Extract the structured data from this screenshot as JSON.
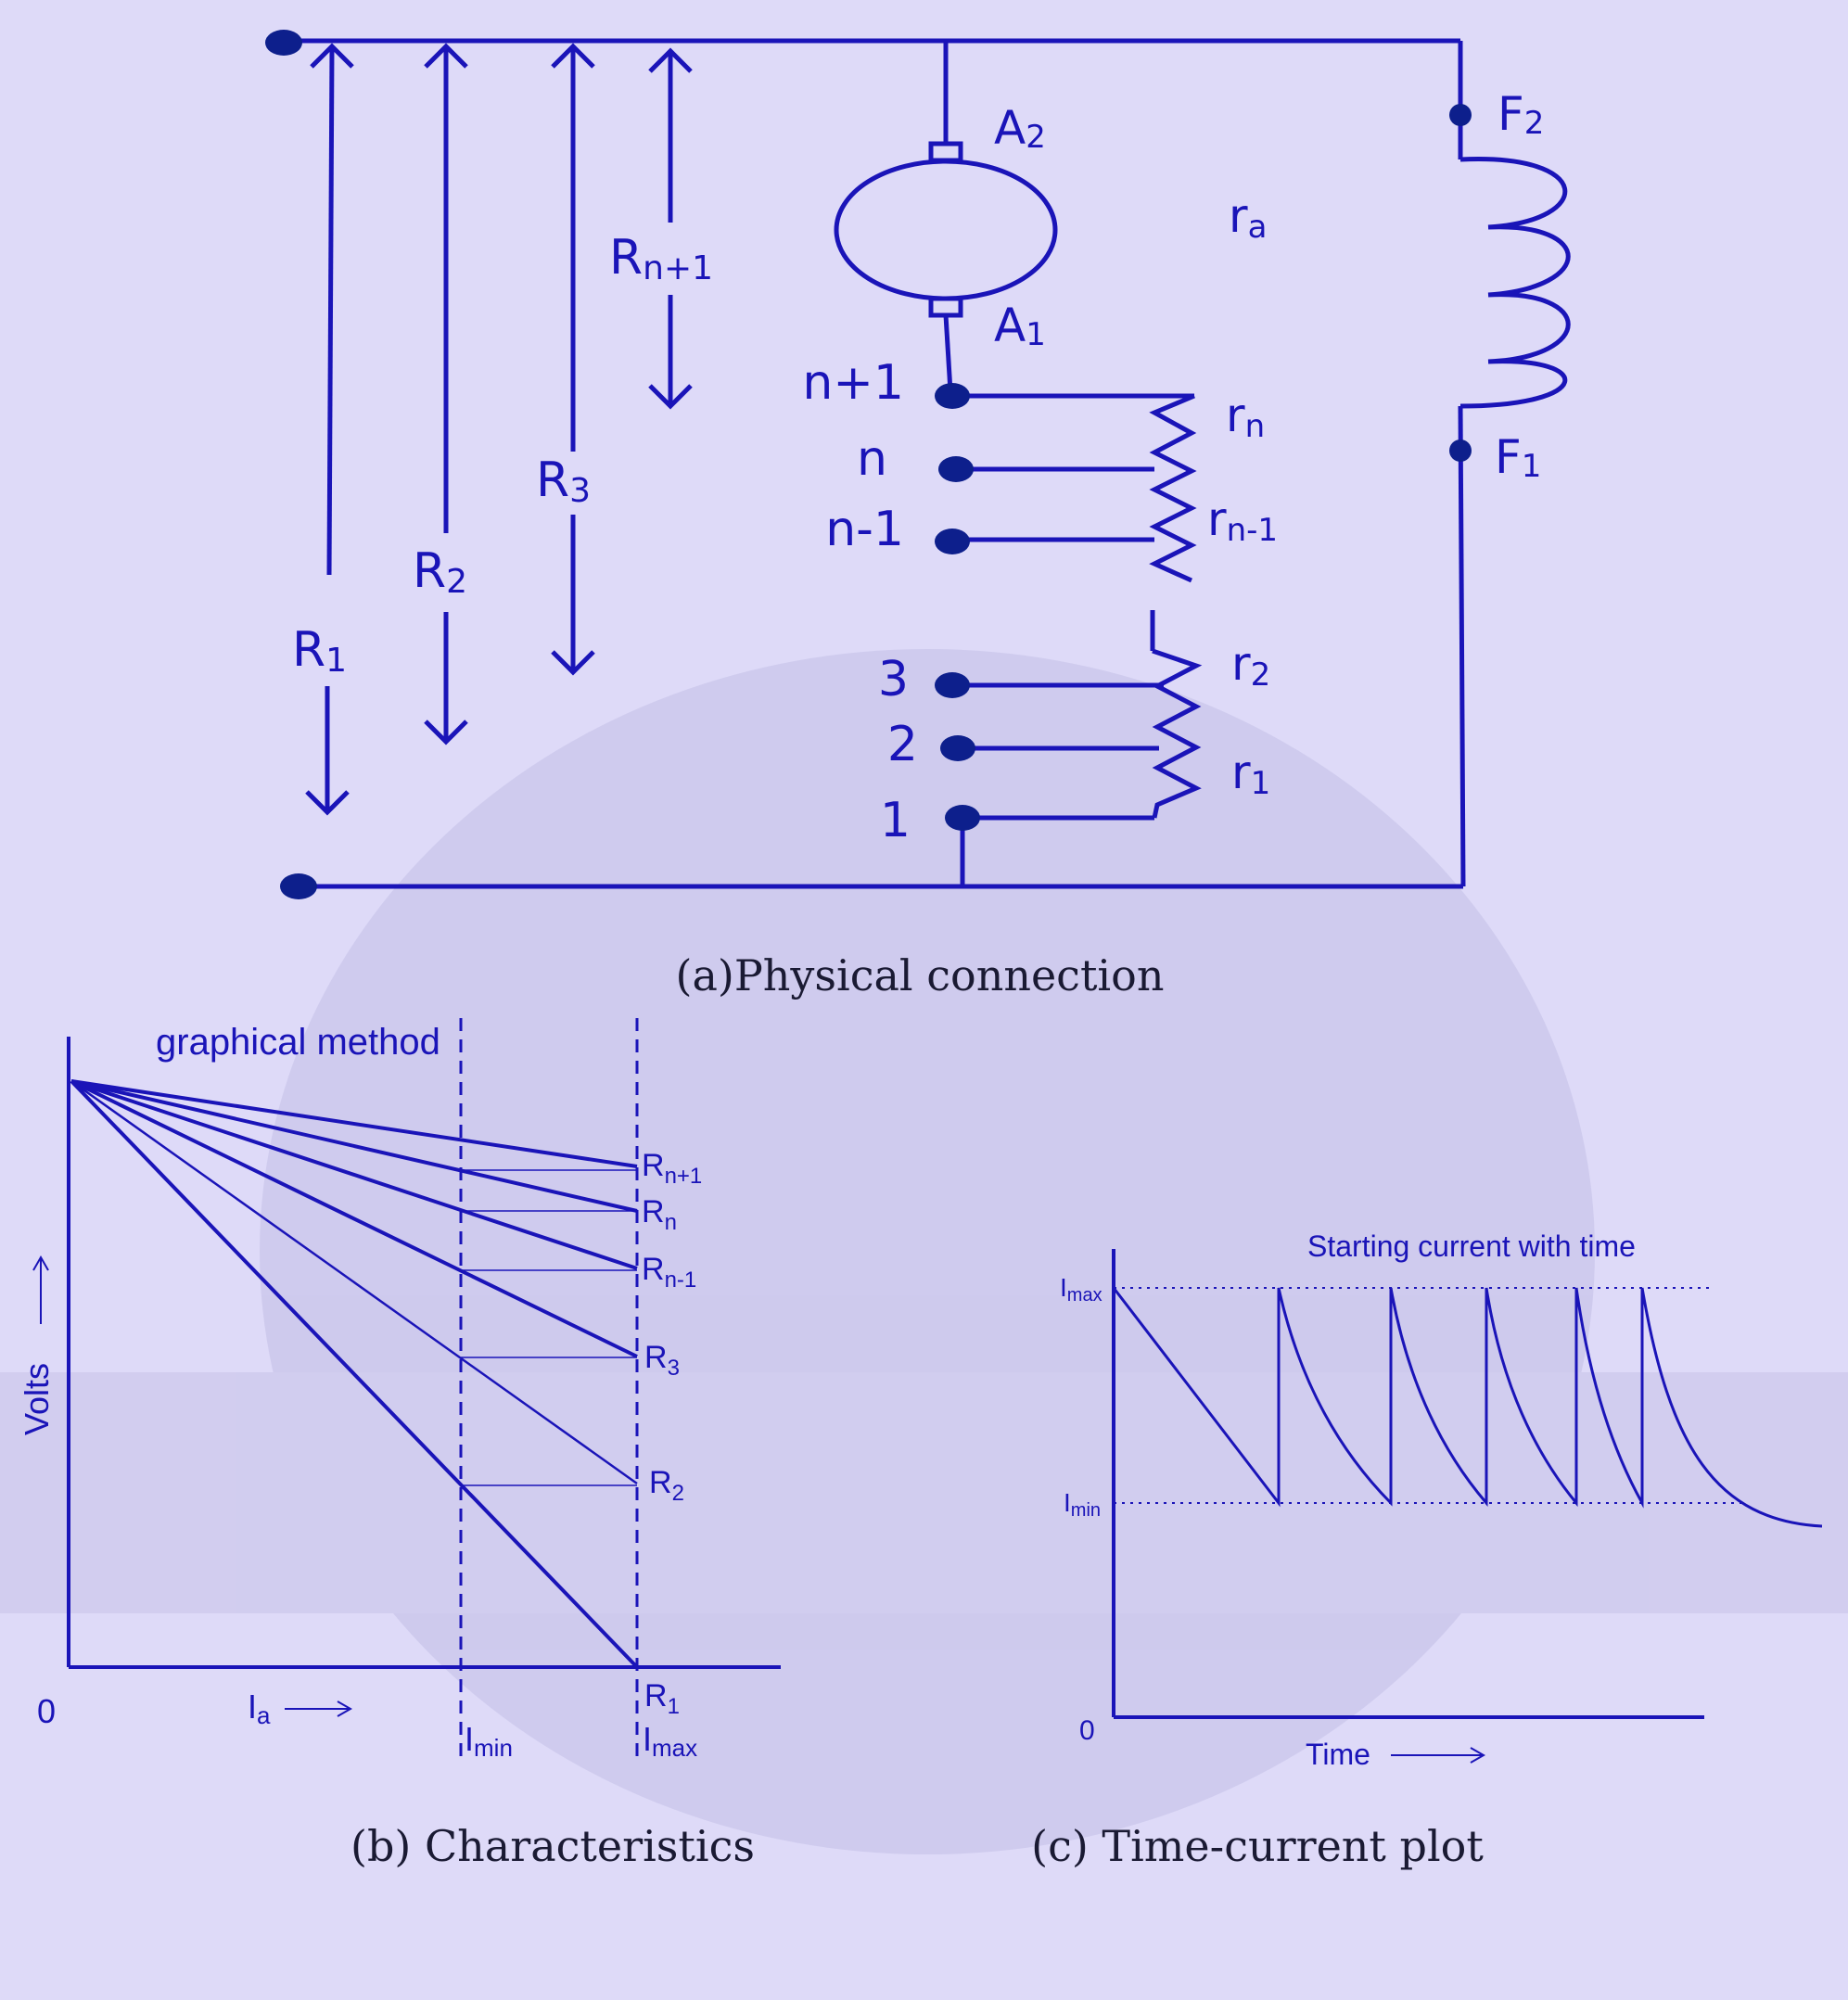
{
  "circuit": {
    "terminal_armature_top": "A",
    "terminal_armature_top_sub": "2",
    "terminal_armature_bottom": "A",
    "terminal_armature_bottom_sub": "1",
    "armature_resistance": "r",
    "armature_resistance_sub": "a",
    "field_top": "F",
    "field_top_sub": "2",
    "field_bottom": "F",
    "field_bottom_sub": "1",
    "resistances": [
      {
        "main": "R",
        "sub": "1"
      },
      {
        "main": "R",
        "sub": "2"
      },
      {
        "main": "R",
        "sub": "3"
      },
      {
        "main": "R",
        "sub": "n+1"
      }
    ],
    "studs": [
      "n+1",
      "n",
      "n-1",
      "3",
      "2",
      "1"
    ],
    "segments": [
      {
        "main": "r",
        "sub": "n"
      },
      {
        "main": "r",
        "sub": "n-1"
      },
      {
        "main": "r",
        "sub": "2"
      },
      {
        "main": "r",
        "sub": "1"
      }
    ]
  },
  "captions": {
    "a": "(a)Physical connection",
    "b": "(b) Characteristics",
    "c": "(c) Time-current plot"
  },
  "characteristics": {
    "title": "graphical method",
    "ylabel": "Volts",
    "origin": "0",
    "xlabel_main": "I",
    "xlabel_sub": "a",
    "imin_main": "I",
    "imin_sub": "min",
    "imax_main": "I",
    "imax_sub": "max",
    "lines": [
      {
        "main": "R",
        "sub": "n+1"
      },
      {
        "main": "R",
        "sub": "n"
      },
      {
        "main": "R",
        "sub": "n-1"
      },
      {
        "main": "R",
        "sub": "3"
      },
      {
        "main": "R",
        "sub": "2"
      },
      {
        "main": "R",
        "sub": "1"
      }
    ]
  },
  "time_current": {
    "title": "Starting current with time",
    "origin": "0",
    "xlabel": "Time",
    "imax_main": "I",
    "imax_sub": "max",
    "imin_main": "I",
    "imin_sub": "min"
  },
  "colors": {
    "background": "#dedaf8",
    "line": "#1a14b8",
    "dot": "#0d1f8c"
  }
}
